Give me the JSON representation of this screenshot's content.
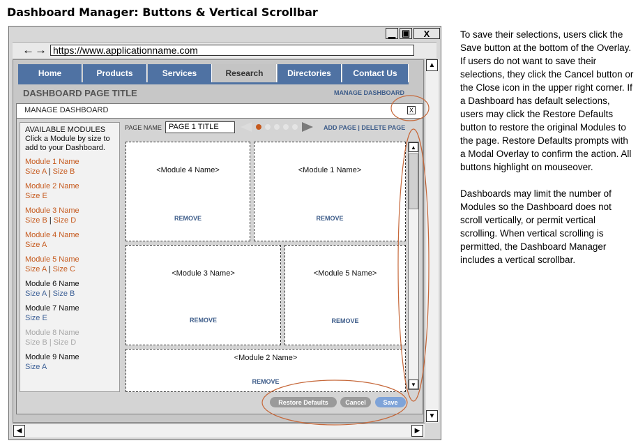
{
  "doc_title": "Dashboard Manager: Buttons & Vertical Scrollbar",
  "window": {
    "minimize": "▁",
    "maximize": "▣",
    "close": "X"
  },
  "browser": {
    "back": "←",
    "forward": "→",
    "url": "https://www.applicationname.com"
  },
  "tabs": [
    {
      "label": "Home",
      "active": false
    },
    {
      "label": "Products",
      "active": false
    },
    {
      "label": "Services",
      "active": false
    },
    {
      "label": "Research",
      "active": true
    },
    {
      "label": "Directories",
      "active": false
    },
    {
      "label": "Contact Us",
      "active": false
    }
  ],
  "page": {
    "title": "DASHBOARD PAGE TITLE",
    "manage_link": "MANAGE DASHBOARD"
  },
  "overlay": {
    "title": "MANAGE DASHBOARD",
    "close_label": "X",
    "sidebar": {
      "heading": "AVAILABLE MODULES",
      "hint_line1": "Click a Module by size to",
      "hint_line2": "add to your Dashboard.",
      "modules": [
        {
          "name": "Module 1 Name",
          "sizes": [
            "Size A",
            "Size B"
          ],
          "state": "orange"
        },
        {
          "name": "Module 2 Name",
          "sizes": [
            "Size E"
          ],
          "state": "orange"
        },
        {
          "name": "Module 3 Name",
          "sizes": [
            "Size B",
            "Size D"
          ],
          "state": "orange"
        },
        {
          "name": "Module 4 Name",
          "sizes": [
            "Size A"
          ],
          "state": "orange"
        },
        {
          "name": "Module 5 Name",
          "sizes": [
            "Size A",
            "Size C"
          ],
          "state": "orange"
        },
        {
          "name": "Module 6 Name",
          "sizes": [
            "Size A",
            "Size B"
          ],
          "state": "available"
        },
        {
          "name": "Module 7 Name",
          "sizes": [
            "Size E"
          ],
          "state": "available"
        },
        {
          "name": "Module 8 Name",
          "sizes": [
            "Size B",
            "Size D"
          ],
          "state": "disabled"
        },
        {
          "name": "Module 9 Name",
          "sizes": [
            "Size A"
          ],
          "state": "available"
        }
      ]
    },
    "page_name_label": "PAGE NAME",
    "page_name_value": "PAGE 1 TITLE",
    "page_links": "ADD PAGE | DELETE PAGE",
    "modules": [
      {
        "name": "<Module 4 Name>",
        "remove": "REMOVE"
      },
      {
        "name": "<Module 1 Name>",
        "remove": "REMOVE"
      },
      {
        "name": "<Module 3 Name>",
        "remove": "REMOVE"
      },
      {
        "name": "<Module 5 Name>",
        "remove": "REMOVE"
      },
      {
        "name": "<Module 2 Name>",
        "remove": "REMOVE"
      }
    ],
    "buttons": {
      "restore": "Restore Defaults",
      "cancel": "Cancel",
      "save": "Save"
    }
  },
  "annotation": {
    "p1": "To save their selections, users click the Save button at the bottom of the Overlay. If users do not want to save their selections, they click the Cancel button or the Close icon in the upper right corner. If a Dashboard has default selections, users may click the Restore Defaults button to restore the original Modules to the page. Restore Defaults prompts with a Modal Overlay to confirm the action. All buttons highlight on mouseover.",
    "p2": "Dashboards may limit the number of Modules so the Dashboard does not scroll vertically, or permit vertical scrolling. When vertical scrolling is permitted, the Dashboard Manager includes a vertical scrollbar."
  },
  "colors": {
    "tab_blue": "#4f72a3",
    "link_blue": "#3e5d8a",
    "highlight_orange": "#c65a1e",
    "save_blue": "#7ea3d8",
    "button_grey": "#9a9a9a"
  }
}
